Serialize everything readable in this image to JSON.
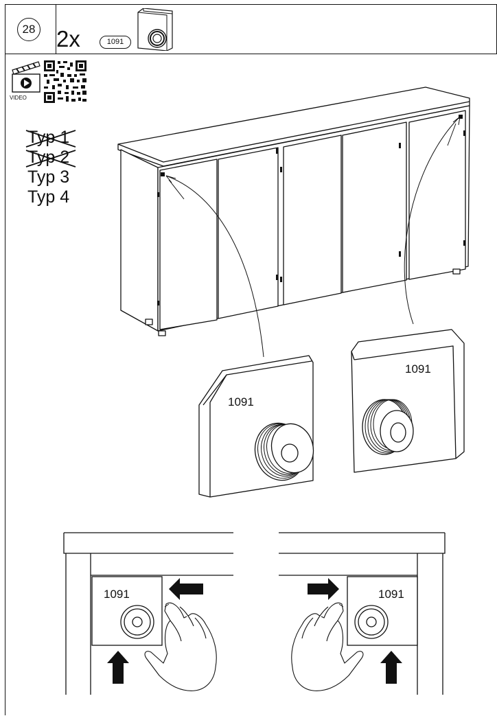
{
  "step": {
    "number": "28",
    "quantity": "2x",
    "part_number": "1091"
  },
  "video": {
    "label": "VIDEO",
    "icon": "video-clapper-icon",
    "qr": "qr-code"
  },
  "types": [
    {
      "label": "Typ 1",
      "crossed": true
    },
    {
      "label": "Typ 2",
      "crossed": true
    },
    {
      "label": "Typ 3",
      "crossed": false
    },
    {
      "label": "Typ 4",
      "crossed": false
    }
  ],
  "detail_labels": {
    "left_bumper": "1091",
    "right_bumper": "1091",
    "left_install": "1091",
    "right_install": "1091"
  },
  "icons": [
    "part-bumper-icon",
    "arrow-left-icon",
    "arrow-right-icon",
    "arrow-up-icon",
    "hand-icon"
  ]
}
